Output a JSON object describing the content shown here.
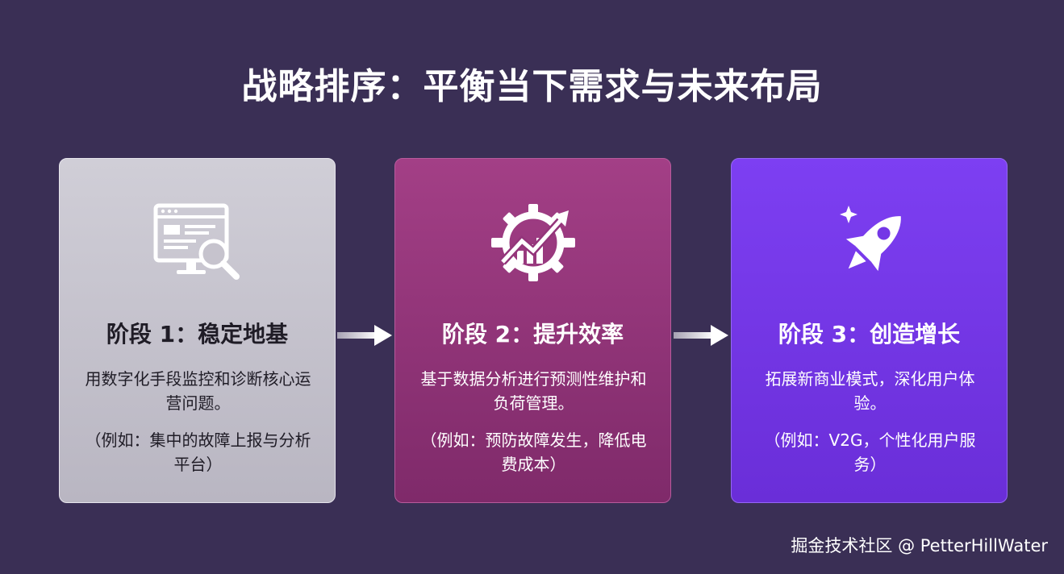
{
  "title": "战略排序：平衡当下需求与未来布局",
  "stages": [
    {
      "title": "阶段 1：稳定地基",
      "description": "用数字化手段监控和诊断核心运营问题。",
      "example": "（例如：集中的故障上报与分析平台）",
      "icon": "monitor-search-icon"
    },
    {
      "title": "阶段 2：提升效率",
      "description": "基于数据分析进行预测性维护和负荷管理。",
      "example": "（例如：预防故障发生，降低电费成本）",
      "icon": "gear-growth-chart-icon"
    },
    {
      "title": "阶段 3：创造增长",
      "description": "拓展新商业模式，深化用户体验。",
      "example": "（例如：V2G，个性化用户服务）",
      "icon": "rocket-sparkle-icon"
    }
  ],
  "watermark": "掘金技术社区 @ PetterHillWater",
  "colors": {
    "background": "#3a2f55",
    "stage1": "#c6c3cd",
    "stage2": "#93357a",
    "stage3": "#7437e6"
  }
}
